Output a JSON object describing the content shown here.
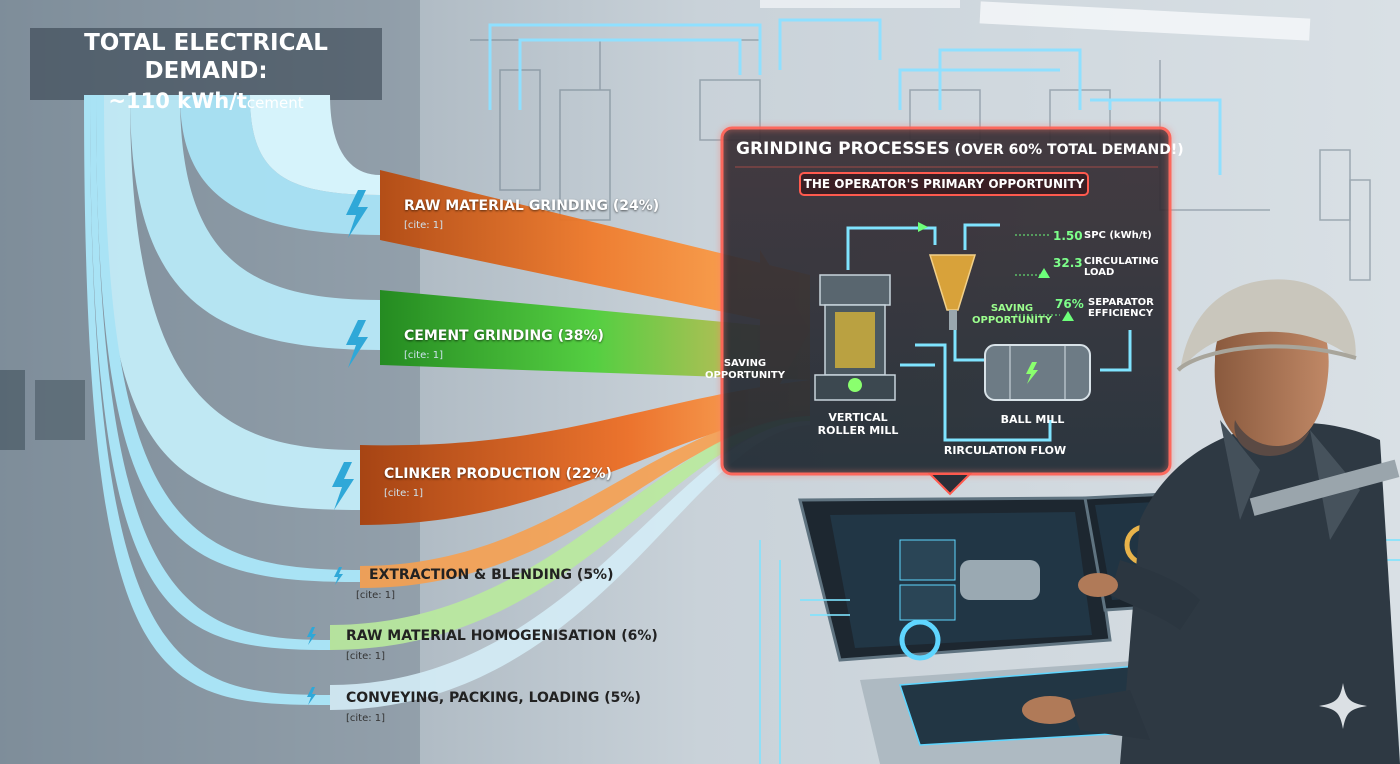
{
  "header": {
    "title_line1": "TOTAL ELECTRICAL DEMAND:",
    "title_value": "~110 kWh/t",
    "title_unit": "cement"
  },
  "flows": [
    {
      "id": "raw-material-grinding",
      "label": "RAW MATERIAL GRINDING (24%)",
      "cite": "[cite: 1]",
      "percent": 24,
      "color": "#f07a2a"
    },
    {
      "id": "cement-grinding",
      "label": "CEMENT GRINDING (38%)",
      "cite": "[cite: 1]",
      "percent": 38,
      "color": "#4fcf3a"
    },
    {
      "id": "clinker-production",
      "label": "CLINKER PRODUCTION (22%)",
      "cite": "[cite: 1]",
      "percent": 22,
      "color": "#ee6f25"
    },
    {
      "id": "extraction-blending",
      "label": "EXTRACTION & BLENDING (5%)",
      "cite": "[cite: 1]",
      "percent": 5,
      "color": "#f7a04d"
    },
    {
      "id": "raw-material-homogenisation",
      "label": "RAW MATERIAL HOMOGENISATION (6%)",
      "cite": "[cite: 1]",
      "percent": 6,
      "color": "#b7e89a"
    },
    {
      "id": "conveying-packing-loading",
      "label": "CONVEYING, PACKING, LOADING (5%)",
      "cite": "[cite: 1]",
      "percent": 5,
      "color": "#cfe9f4"
    }
  ],
  "convergence_label": "SAVING\nOPPORTUNITY",
  "panel": {
    "title": "GRINDING PROCESSES",
    "title_suffix": " (OVER 60% TOTAL DEMAND!)",
    "subtitle": "THE OPERATOR'S PRIMARY OPPORTUNITY",
    "metrics": [
      {
        "value": "1.50",
        "label": "SPC (kWh/t)"
      },
      {
        "value": "32.3",
        "label": "CIRCULATING\nLOAD"
      },
      {
        "value": "76%",
        "label": "SEPARATOR\nEFFICIENCY"
      }
    ],
    "saving_label": "SAVING\nOPPORTUNITY",
    "vrm_label": "VERTICAL\nROLLER MILL",
    "ball_mill_label": "BALL MILL",
    "recirc_label": "RIRCULATION FLOW"
  },
  "colors": {
    "accent_red": "#ff5a4e",
    "flow_blue": "#a9e3f5",
    "metric_green": "#7dff8a",
    "panel_bg": "#2b3540"
  },
  "icons": [
    "lightning-bolt-icon",
    "sparkle-icon"
  ]
}
